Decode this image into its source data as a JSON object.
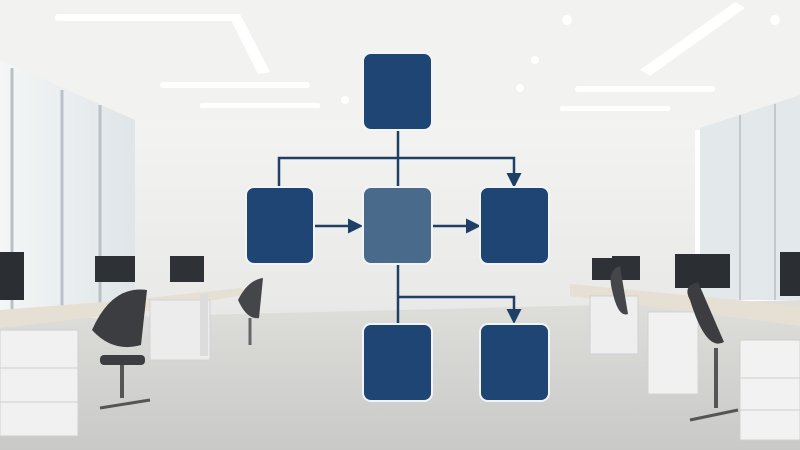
{
  "scene": {
    "description_tag": "office-background",
    "colors": {
      "wall": "#eeeeec",
      "floor": "#d9d9d7",
      "ceiling": "#f4f4f2",
      "window": "#e6ecef",
      "desk": "#e7e1d6",
      "cabinet": "#f3f3f3",
      "chair": "#3e3f42",
      "monitor": "#2c2f33"
    }
  },
  "diagram": {
    "colors": {
      "node_primary": "#1e4573",
      "node_highlight": "#4a6a8c",
      "node_border": "#f2f4f7",
      "connector": "#1f3f66"
    },
    "nodes": [
      {
        "id": "top",
        "name": "node-top",
        "style": "primary"
      },
      {
        "id": "left",
        "name": "node-left",
        "style": "primary"
      },
      {
        "id": "center",
        "name": "node-center",
        "style": "highlight"
      },
      {
        "id": "right",
        "name": "node-right",
        "style": "primary"
      },
      {
        "id": "bottom-left",
        "name": "node-bottom-left",
        "style": "primary"
      },
      {
        "id": "bottom-right",
        "name": "node-bottom-right",
        "style": "primary"
      }
    ],
    "edges": [
      {
        "from": "top",
        "to": "center",
        "arrow": false
      },
      {
        "from": "left",
        "to": "right",
        "arrow": true,
        "route": "over-top"
      },
      {
        "from": "left",
        "to": "center",
        "arrow": true
      },
      {
        "from": "center",
        "to": "right",
        "arrow": true
      },
      {
        "from": "center",
        "to": "bottom-left",
        "arrow": false
      },
      {
        "from": "center",
        "to": "bottom-right",
        "arrow": true,
        "route": "elbow"
      }
    ]
  }
}
